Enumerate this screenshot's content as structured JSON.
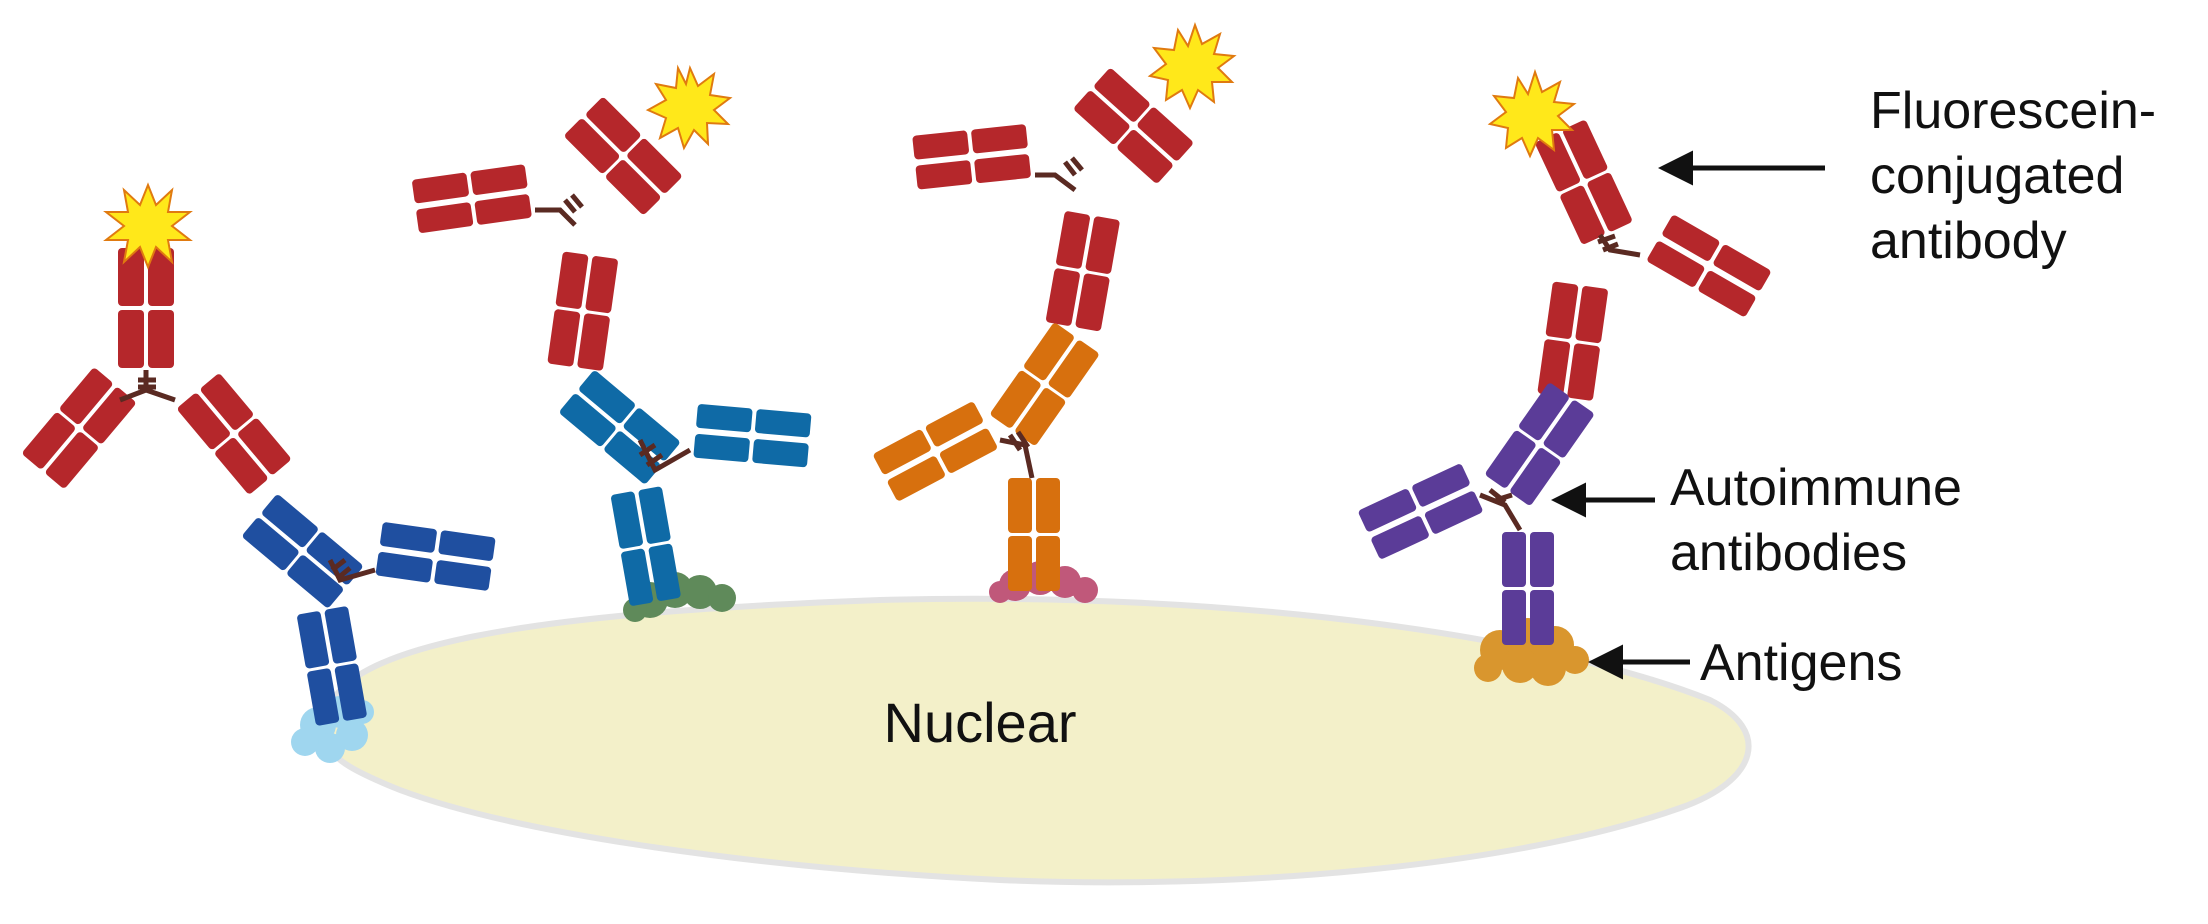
{
  "nucleus": {
    "label": "Nuclear"
  },
  "labels": {
    "fluorescein": [
      "Fluorescein-",
      "conjugated",
      "antibody"
    ],
    "autoimmune": [
      "Autoimmune",
      "antibodies"
    ],
    "antigens": "Antigens"
  },
  "colors": {
    "fluor_antibody": "#b5272b",
    "auto_1": "#1f4fa0",
    "auto_2": "#0f6aa6",
    "auto_3": "#d7700e",
    "auto_4": "#5b3c98",
    "antigen_1": "#9fd6ef",
    "antigen_2": "#5f8a5a",
    "antigen_3": "#c0587a",
    "antigen_4": "#d9962e",
    "nucleus_fill": "#f3f0c9",
    "star": "#ffe81a"
  },
  "icons": [
    "fluorescein-star-icon",
    "antigen-icon",
    "antibody-icon",
    "arrow-icon"
  ]
}
